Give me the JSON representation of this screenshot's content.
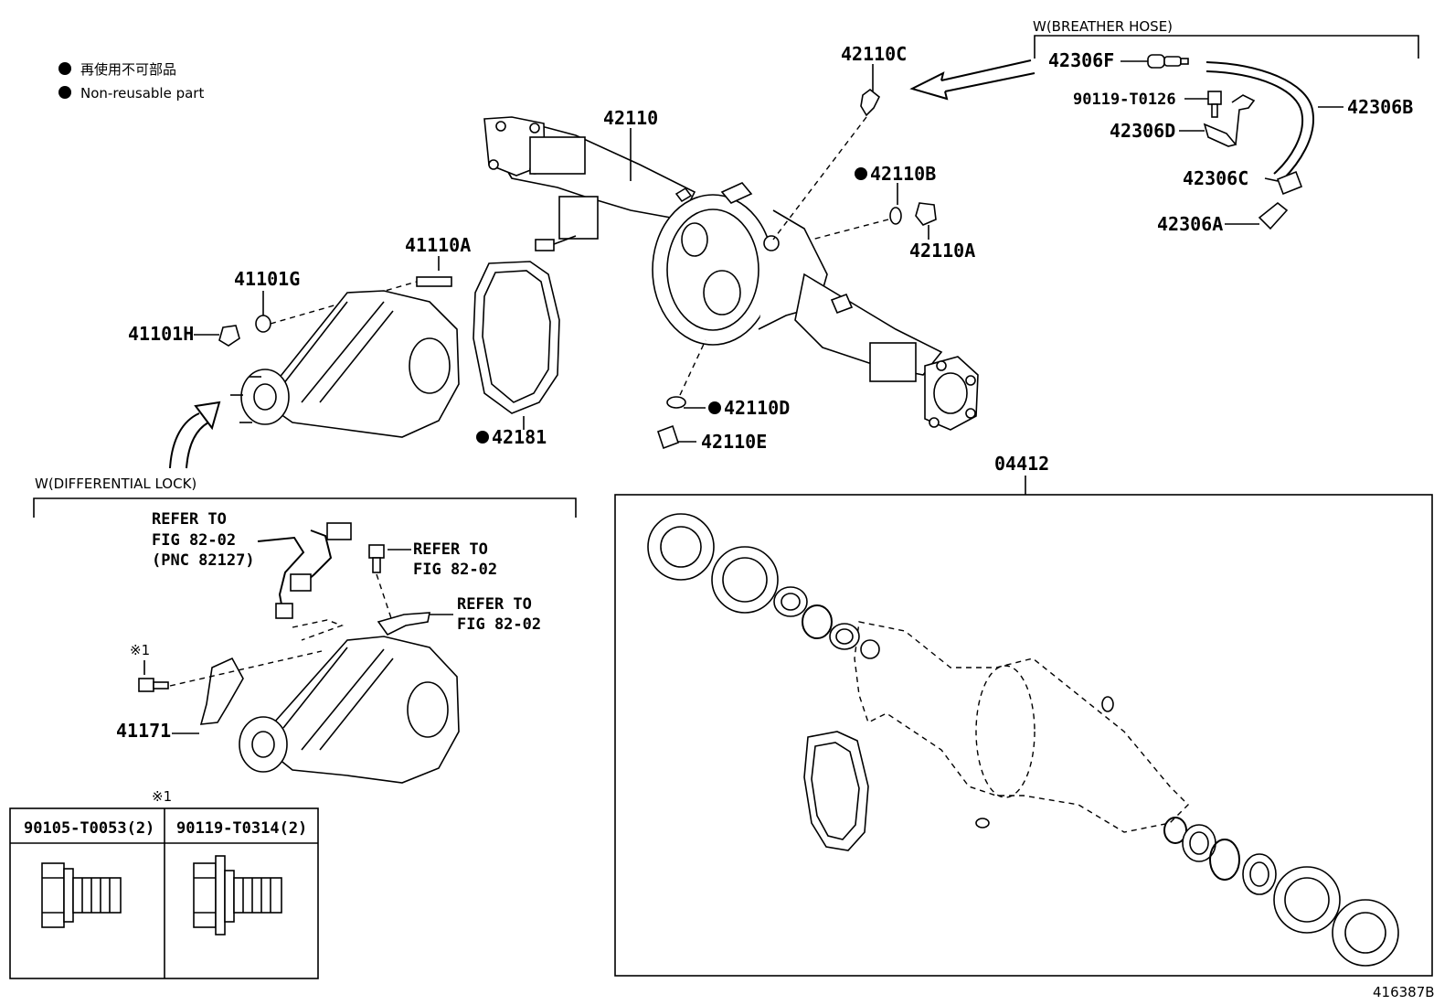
{
  "legend": {
    "jp": "再使用不可部品",
    "en": "Non-reusable part"
  },
  "sections": {
    "breather": "W(BREATHER HOSE)",
    "difflock": "W(DIFFERENTIAL LOCK)",
    "kit": "04412"
  },
  "parts": {
    "p42110C": "42110C",
    "p42110": "42110",
    "p42110B": "42110B",
    "p42110A": "42110A",
    "p41110A": "41110A",
    "p41101G": "41101G",
    "p41101H": "41101H",
    "p42181": "42181",
    "p42110D": "42110D",
    "p42110E": "42110E",
    "p42306F": "42306F",
    "p90119T0126": "90119-T0126",
    "p42306D": "42306D",
    "p42306B": "42306B",
    "p42306C": "42306C",
    "p42306A": "42306A",
    "p41171": "41171"
  },
  "refs": {
    "r1a": "REFER TO",
    "r1b": "FIG 82-02",
    "r1c": "(PNC 82127)",
    "r2a": "REFER TO",
    "r2b": "FIG 82-02",
    "r3a": "REFER TO",
    "r3b": "FIG 82-02"
  },
  "note_mark": "※1",
  "bolt_table": {
    "mark": "※1",
    "col1": "90105-T0053(2)",
    "col2": "90119-T0314(2)"
  },
  "figure_id": "416387B"
}
